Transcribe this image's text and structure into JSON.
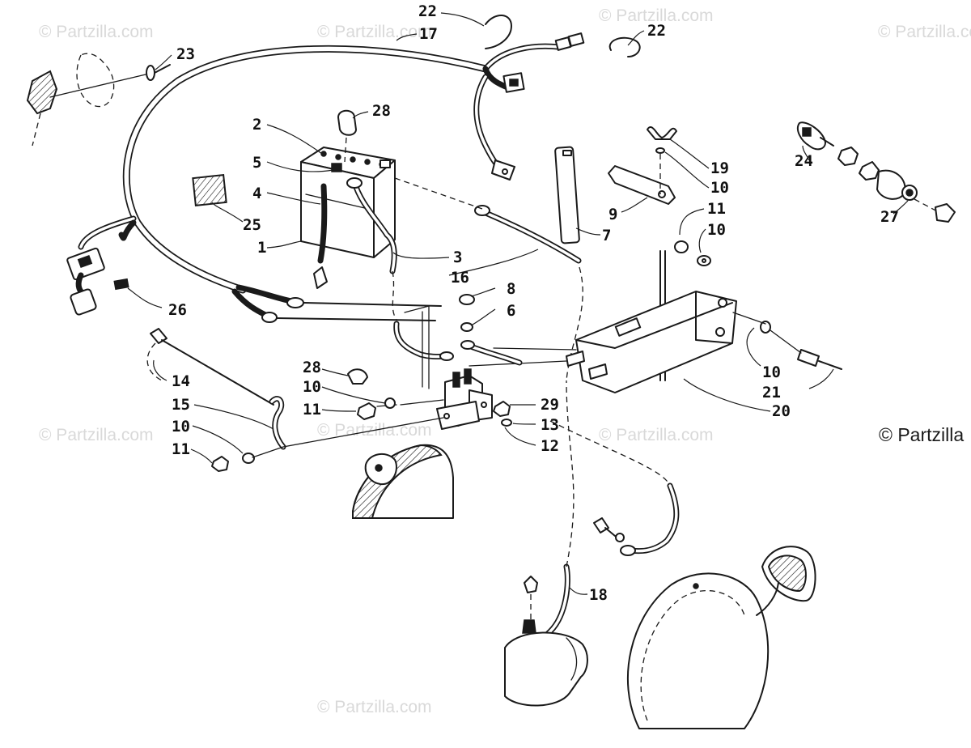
{
  "watermarks": [
    "© Partzilla.com",
    "© Partzilla.com",
    "© Partzilla.com",
    "© Partzilla.com",
    "© Partzilla.com",
    "© Partzilla.com",
    "© Partzilla.com",
    "© Partzilla.com"
  ],
  "copyright": "© Partzilla",
  "callouts": {
    "c22a": "22",
    "c17": "17",
    "c22b": "22",
    "c23": "23",
    "c28a": "28",
    "c2": "2",
    "c5": "5",
    "c4": "4",
    "c1": "1",
    "c25": "25",
    "c3": "3",
    "c16": "16",
    "c7": "7",
    "c9": "9",
    "c19": "19",
    "c10a": "10",
    "c11a": "11",
    "c10b": "10",
    "c24": "24",
    "c27": "27",
    "c26": "26",
    "c8": "8",
    "c6": "6",
    "c28b": "28",
    "c10c": "10",
    "c11b": "11",
    "c29": "29",
    "c13": "13",
    "c12": "12",
    "c14": "14",
    "c15": "15",
    "c10d": "10",
    "c11c": "11",
    "c10e": "10",
    "c21": "21",
    "c20": "20",
    "c18": "18"
  }
}
